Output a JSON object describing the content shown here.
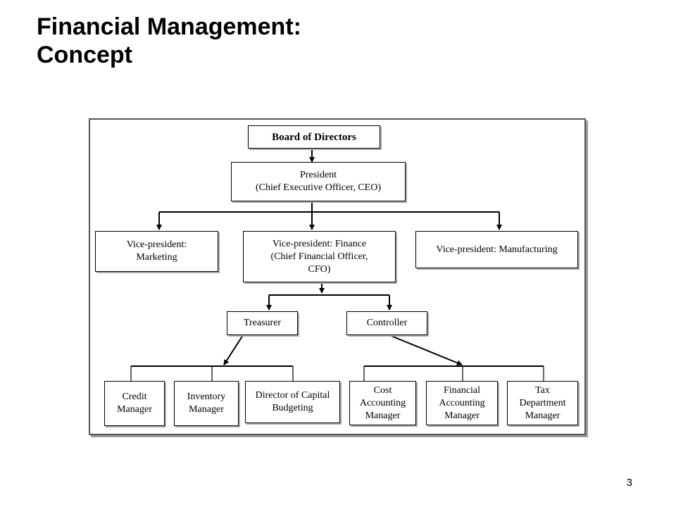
{
  "slide": {
    "title_line1": "Financial Management:",
    "title_line2": "Concept",
    "page_number": "3"
  },
  "org_chart": {
    "board": "Board of Directors",
    "president": {
      "line1": "President",
      "line2": "(Chief Executive Officer, CEO)"
    },
    "vp_marketing": {
      "line1": "Vice-president:",
      "line2": "Marketing"
    },
    "vp_finance": {
      "line1": "Vice-president: Finance",
      "line2": "(Chief Financial Officer,",
      "line3": "CFO)"
    },
    "vp_manufacturing": "Vice-president: Manufacturing",
    "treasurer": "Treasurer",
    "controller": "Controller",
    "credit_manager": {
      "line1": "Credit",
      "line2": "Manager"
    },
    "inventory_manager": {
      "line1": "Inventory",
      "line2": "Manager"
    },
    "capital_budgeting": {
      "line1": "Director of Capital",
      "line2": "Budgeting"
    },
    "cost_accounting": {
      "line1": "Cost",
      "line2": "Accounting",
      "line3": "Manager"
    },
    "financial_accounting": {
      "line1": "Financial",
      "line2": "Accounting",
      "line3": "Manager"
    },
    "tax_department": {
      "line1": "Tax",
      "line2": "Department",
      "line3": "Manager"
    }
  }
}
